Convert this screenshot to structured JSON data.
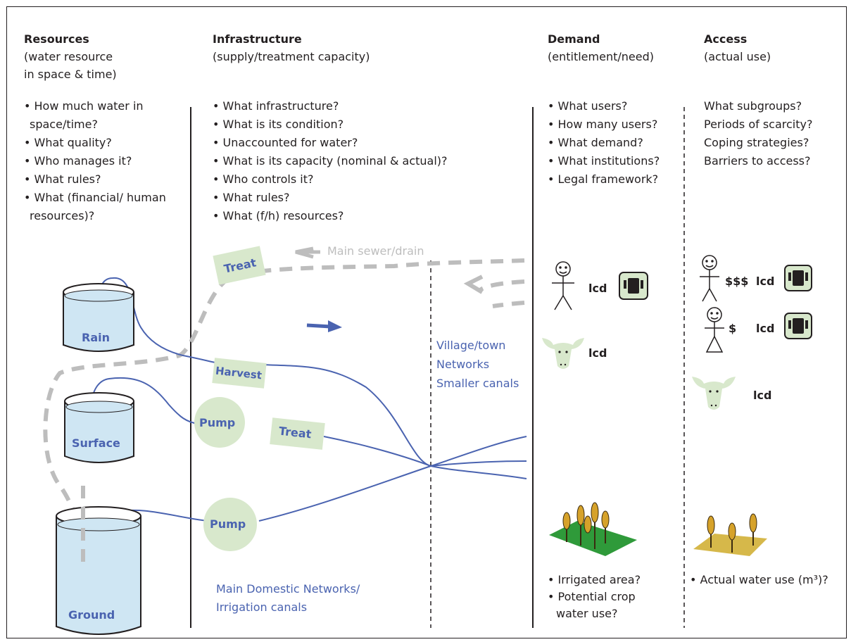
{
  "columns": {
    "resources": {
      "title": "Resources",
      "subtitle_1": "(water resource",
      "subtitle_2": "in space & time)"
    },
    "infrastructure": {
      "title": "Infrastructure",
      "subtitle": "(supply/treatment capacity)"
    },
    "demand": {
      "title": "Demand",
      "subtitle": "(entitlement/need)"
    },
    "access": {
      "title": "Access",
      "subtitle": "(actual use)"
    }
  },
  "questions": {
    "resources": [
      "• How much water in",
      "space/time?",
      "• What quality?",
      "• Who manages it?",
      "• What rules?",
      "• What (financial/ human",
      "resources)?"
    ],
    "infrastructure": [
      "• What infrastructure?",
      "• What is its condition?",
      "• Unaccounted for water?",
      "• What is its capacity (nominal & actual)?",
      "• Who controls it?",
      "• What rules?",
      "• What (f/h) resources?"
    ],
    "demand": [
      "• What users?",
      "• How many users?",
      "• What demand?",
      "• What institutions?",
      "• Legal framework?"
    ],
    "access": [
      "What subgroups?",
      "Periods of scarcity?",
      "Coping strategies?",
      "Barriers to access?"
    ]
  },
  "tanks": {
    "rain": "Rain",
    "surface": "Surface",
    "ground": "Ground"
  },
  "nodes": {
    "treat_top": "Treat",
    "harvest": "Harvest",
    "pump_top": "Pump",
    "treat_mid": "Treat",
    "pump_bottom": "Pump"
  },
  "labels": {
    "sewer": "Main sewer/drain",
    "village_1": "Village/town",
    "village_2": "Networks",
    "village_3": "Smaller canals",
    "main_networks_1": "Main Domestic Networks/",
    "main_networks_2": "Irrigation canals"
  },
  "demand_users": {
    "person_lcd": "lcd",
    "cow_lcd": "lcd"
  },
  "access_users": {
    "rich_cost": "$$$",
    "rich_lcd": "lcd",
    "poor_cost": "$",
    "poor_lcd": "lcd",
    "cow_lcd": "lcd"
  },
  "crops": {
    "demand_notes": [
      "• Irrigated area?",
      "• Potential crop",
      "water use?"
    ],
    "access_note": "• Actual water use (m³)?"
  },
  "colors": {
    "flow_line": "#4a63b0",
    "node_fill": "#d8e8cc",
    "sewer": "#bdbdbd",
    "water": "#cfe6f3",
    "field_green": "#2f9a3a",
    "field_yellow": "#d6b84a"
  }
}
